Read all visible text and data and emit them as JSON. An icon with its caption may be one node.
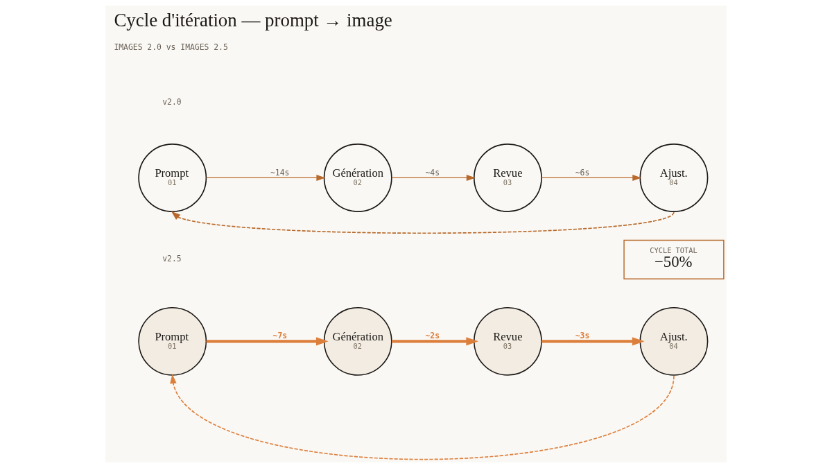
{
  "diagram": {
    "title": "Cycle d'itération — prompt → image",
    "nodes": [
      {
        "text": [
          "Prompt",
          "01"
        ]
      },
      {
        "text": [
          "Génération",
          "02"
        ]
      },
      {
        "text": [
          "Revue",
          "03"
        ]
      },
      {
        "text": [
          "Ajust.",
          "04"
        ]
      },
      {
        "text": [
          "Prompt",
          "01"
        ]
      },
      {
        "text": [
          "Génération",
          "02"
        ]
      },
      {
        "text": [
          "Revue",
          "03"
        ]
      },
      {
        "text": [
          "Ajust.",
          "04"
        ]
      },
      {
        "text": [
          "CYCLE TOTAL",
          "−50%"
        ]
      }
    ],
    "edges": [
      {
        "from": 0,
        "to": 1,
        "arrow": "to",
        "label": "~14s"
      },
      {
        "from": 1,
        "to": 2,
        "arrow": "to",
        "label": "~4s"
      },
      {
        "from": 2,
        "to": 3,
        "arrow": "to",
        "label": "~6s"
      },
      {
        "from": 3,
        "to": 0,
        "arrow": "to",
        "style": "dashed"
      },
      {
        "from": 4,
        "to": 5,
        "arrow": "to",
        "label": "~7s",
        "style": "thick",
        "color": "#dd7f3c"
      },
      {
        "from": 5,
        "to": 6,
        "arrow": "to",
        "label": "~2s",
        "style": "thick",
        "color": "#dd7f3c"
      },
      {
        "from": 6,
        "to": 7,
        "arrow": "to",
        "label": "~3s",
        "style": "thick",
        "color": "#dd7f3c"
      },
      {
        "from": 7,
        "to": 4,
        "arrow": "to",
        "style": "dashed",
        "color": "#dd7f3c"
      }
    ],
    "labels": [
      "IMAGES 2.0 vs IMAGES 2.5",
      "v2.0",
      "v2.5"
    ]
  }
}
